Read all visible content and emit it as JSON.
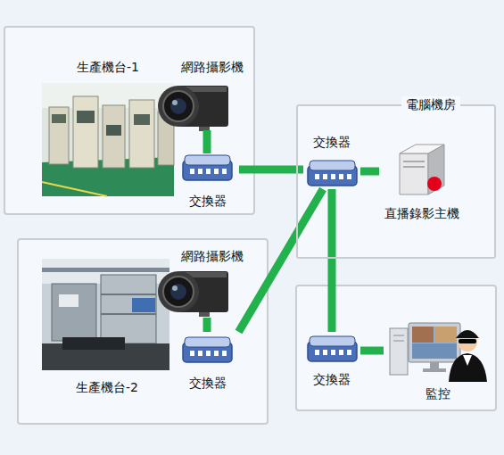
{
  "diagram": {
    "nodes": [
      {
        "text": [
          "生產機台-1"
        ]
      },
      {
        "text": [
          "網路攝影機"
        ]
      },
      {
        "text": [
          "交換器"
        ]
      },
      {
        "text": [
          "電腦機房"
        ]
      },
      {
        "text": [
          "交換器"
        ],
        "in": 3
      },
      {
        "text": [
          "直播錄影主機"
        ],
        "in": 3
      },
      {
        "text": [
          "生產機台-2"
        ]
      },
      {
        "text": [
          "網路攝影機"
        ]
      },
      {
        "text": [
          "交換器"
        ]
      },
      {
        "text": [
          "交換器"
        ]
      },
      {
        "text": [
          "監控"
        ]
      }
    ],
    "edges": [
      {
        "from": 1,
        "to": 2,
        "arrow": "none"
      },
      {
        "from": 2,
        "to": 4,
        "arrow": "none"
      },
      {
        "from": 4,
        "to": 5,
        "arrow": "none"
      },
      {
        "from": 7,
        "to": 8,
        "arrow": "none"
      },
      {
        "from": 8,
        "to": 4,
        "arrow": "none"
      },
      {
        "from": 4,
        "to": 9,
        "arrow": "none"
      },
      {
        "from": 9,
        "to": 10,
        "arrow": "none"
      }
    ]
  }
}
